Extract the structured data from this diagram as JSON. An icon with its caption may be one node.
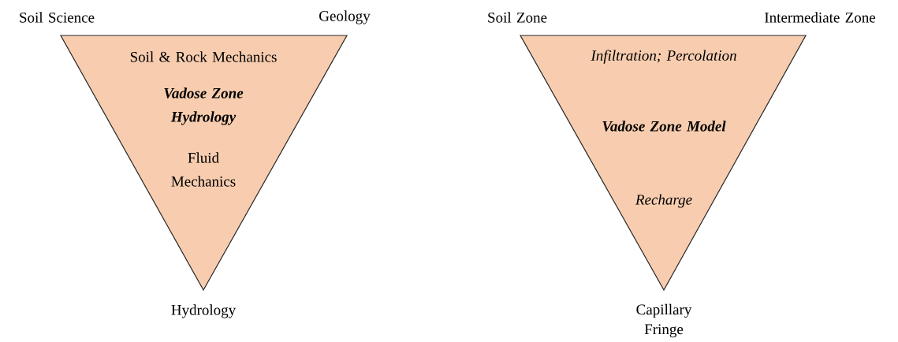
{
  "diagram": {
    "nodes": [
      {
        "text": [
          "Soil & Rock Mechanics",
          "Vadose Zone Hydrology",
          "Fluid Mechanics"
        ],
        "beside": [
          "Soil Science",
          "Geology",
          "Hydrology"
        ]
      },
      {
        "text": [
          "Infiltration; Percolation",
          "Vadose Zone Model",
          "Recharge"
        ],
        "beside": [
          "Soil Zone",
          "Intermediate Zone",
          "Capillary Fringe"
        ]
      }
    ]
  }
}
